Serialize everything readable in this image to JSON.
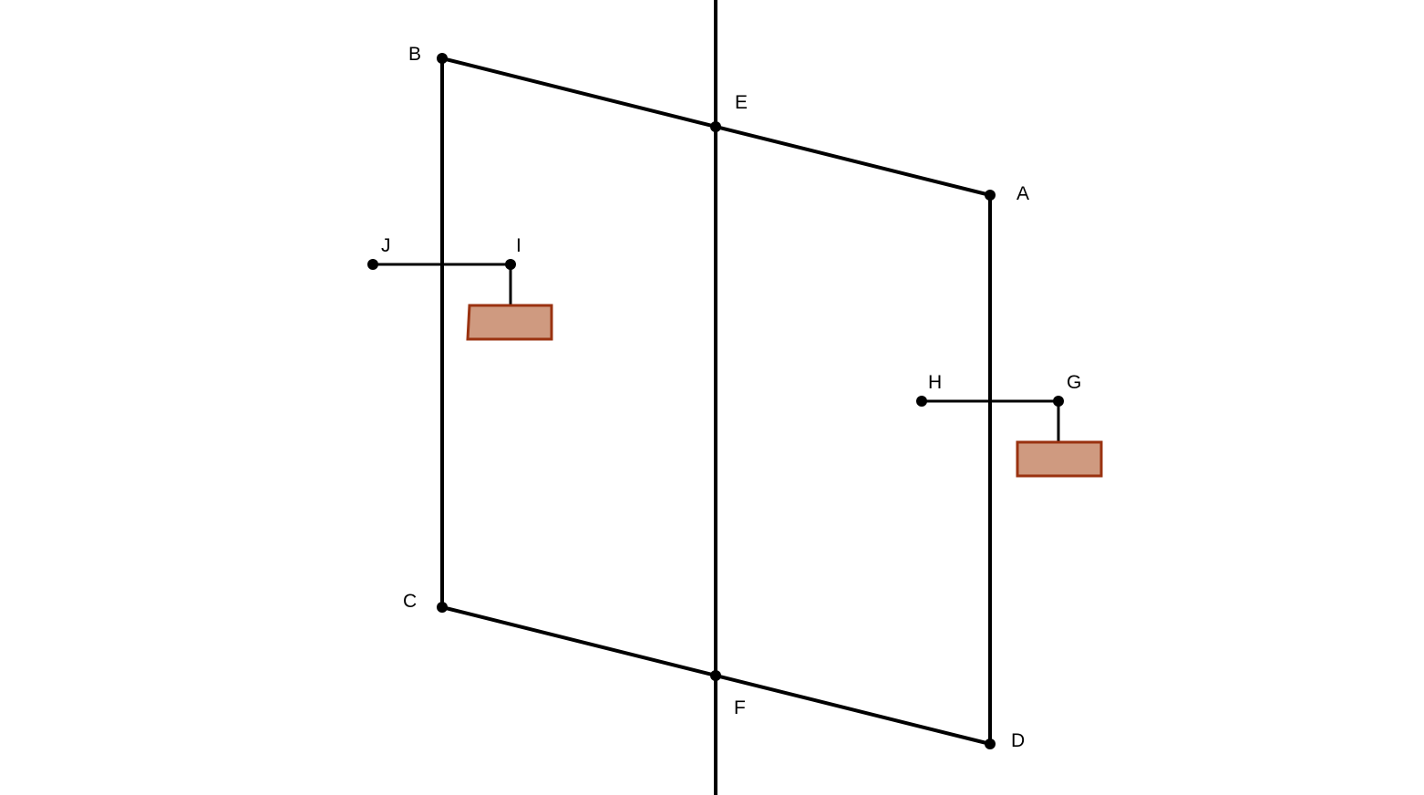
{
  "diagram": {
    "colors": {
      "line": "#000000",
      "point": "#000000",
      "block_fill": "#cf9a80",
      "block_stroke": "#9a3210",
      "background": "#ffffff"
    },
    "labels": {
      "A": "A",
      "B": "B",
      "C": "C",
      "D": "D",
      "E": "E",
      "F": "F",
      "G": "G",
      "H": "H",
      "I": "I",
      "J": "J"
    }
  }
}
